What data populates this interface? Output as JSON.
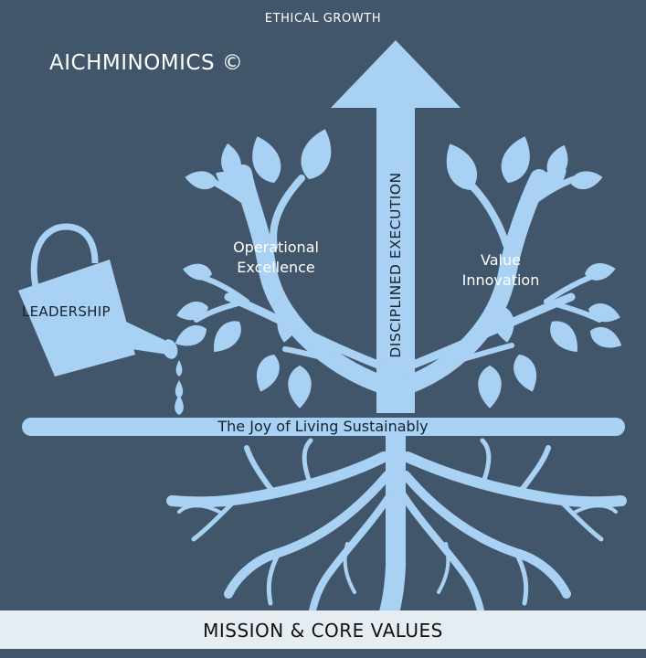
{
  "brand": "AICHMINOMICS ©",
  "top_label": "ETHICAL GROWTH",
  "branch_left_label": "Operational Excellence",
  "branch_right_label": "Value Innovation",
  "can_label": "LEADERSHIP",
  "trunk_label": "DISCIPLINED EXECUTION",
  "ground_label": "The Joy of Living Sustainably",
  "footer": "MISSION & CORE VALUES",
  "colors": {
    "background": "#42566b",
    "shape": "#a8d1f4",
    "footer_bar": "#e6edf2"
  },
  "icons": [
    "watering-can-icon",
    "tree-icon",
    "up-arrow-icon",
    "water-drop-icon",
    "roots-icon"
  ]
}
